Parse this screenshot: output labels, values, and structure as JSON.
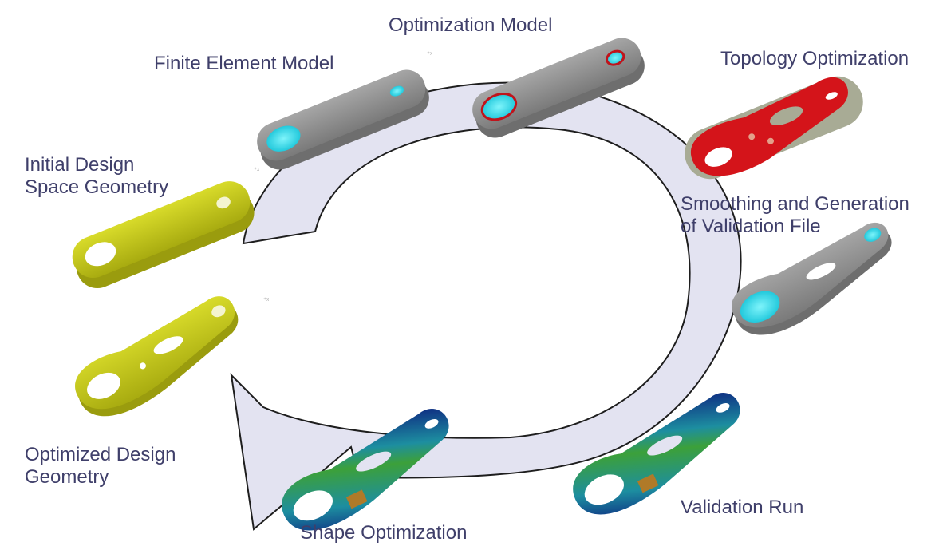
{
  "diagram": {
    "type": "process-cycle",
    "colors": {
      "label_text": "#3f3f6a",
      "arrow_fill": "#e3e3f1",
      "arrow_stroke": "#1e1e1e",
      "design_yellow": "#c9cc1a",
      "fe_gray": "#8c8c8c",
      "load_cyan": "#3fe0ee",
      "constraint_red": "#c0141c",
      "topology_red": "#d4141a",
      "topology_design_space": "#a8ab95",
      "stress_blue": "#0d2580",
      "stress_teal": "#1d8ea0",
      "stress_green": "#3ca03a",
      "stress_orange": "#b07a28"
    },
    "steps": [
      {
        "id": "initial-design",
        "label_lines": [
          "Initial Design",
          "Space Geometry"
        ]
      },
      {
        "id": "finite-element-model",
        "label_lines": [
          "Finite Element Model"
        ]
      },
      {
        "id": "optimization-model",
        "label_lines": [
          "Optimization Model"
        ]
      },
      {
        "id": "topology-optimization",
        "label_lines": [
          "Topology Optimization"
        ]
      },
      {
        "id": "smoothing-validation-file",
        "label_lines": [
          "Smoothing and Generation",
          "of Validation File"
        ]
      },
      {
        "id": "validation-run",
        "label_lines": [
          "Validation Run"
        ]
      },
      {
        "id": "shape-optimization",
        "label_lines": [
          "Shape Optimization"
        ]
      },
      {
        "id": "optimized-design",
        "label_lines": [
          "Optimized Design",
          "Geometry"
        ]
      }
    ]
  }
}
